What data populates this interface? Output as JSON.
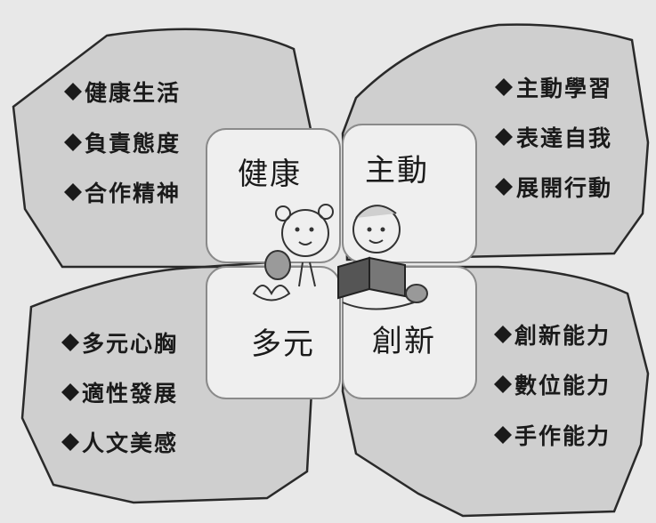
{
  "center": {
    "top_left": "健康",
    "top_right": "主動",
    "bottom_left": "多元",
    "bottom_right": "創新"
  },
  "petals": {
    "top_left": [
      "健康生活",
      "負責態度",
      "合作精神"
    ],
    "top_right": [
      "主動學習",
      "表達自我",
      "展開行動"
    ],
    "bottom_left": [
      "多元心胸",
      "適性發展",
      "人文美感"
    ],
    "bottom_right": [
      "創新能力",
      "數位能力",
      "手作能力"
    ]
  },
  "icons": {
    "bullet": "diamond-icon",
    "center_picture": "children-reading-icon"
  },
  "colors": {
    "petal_fill": "#cfcfcf",
    "tile_fill": "#efefef",
    "text": "#1a1a1a"
  }
}
